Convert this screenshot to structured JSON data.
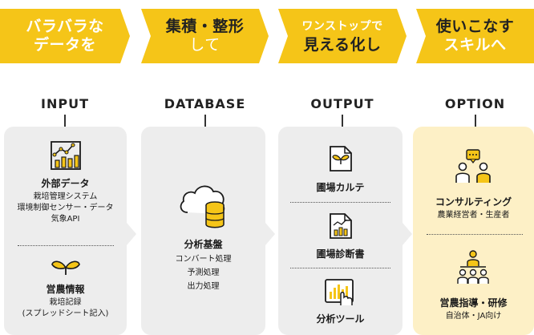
{
  "banners": [
    {
      "line1": "バラバラな",
      "line2": "データを"
    },
    {
      "line1": "集積・整形",
      "line2": "して"
    },
    {
      "line1": "ワンストップで",
      "line2": "見える化し"
    },
    {
      "line1": "使いこなす",
      "line2": "スキルへ"
    }
  ],
  "columns": {
    "input": {
      "header": "INPUT",
      "blocks": [
        {
          "title": "外部データ",
          "lines": [
            "栽培管理システム",
            "環境制御センサー・データ",
            "気象API"
          ]
        },
        {
          "title": "営農情報",
          "lines": [
            "栽培記録",
            "(スプレッドシート記入)"
          ]
        }
      ]
    },
    "database": {
      "header": "DATABASE",
      "title": "分析基盤",
      "lines": [
        "コンバート処理",
        "予測処理",
        "出力処理"
      ]
    },
    "output": {
      "header": "OUTPUT",
      "items": [
        "圃場カルテ",
        "圃場診断書",
        "分析ツール"
      ]
    },
    "option": {
      "header": "OPTION",
      "blocks": [
        {
          "title": "コンサルティング",
          "lines": [
            "農業経営者・生産者"
          ]
        },
        {
          "title": "営農指導・研修",
          "lines": [
            "自治体・JA向け"
          ]
        }
      ]
    }
  },
  "colors": {
    "accent": "#f5c518",
    "panel": "#ededed",
    "panel_option": "#fdf0c6",
    "text": "#1a1a1a"
  },
  "icons": [
    "chart-icon",
    "sprout-icon",
    "cloud-database-icon",
    "document-sprout-icon",
    "document-chart-icon",
    "tablet-touch-icon",
    "consulting-icon",
    "training-icon"
  ]
}
